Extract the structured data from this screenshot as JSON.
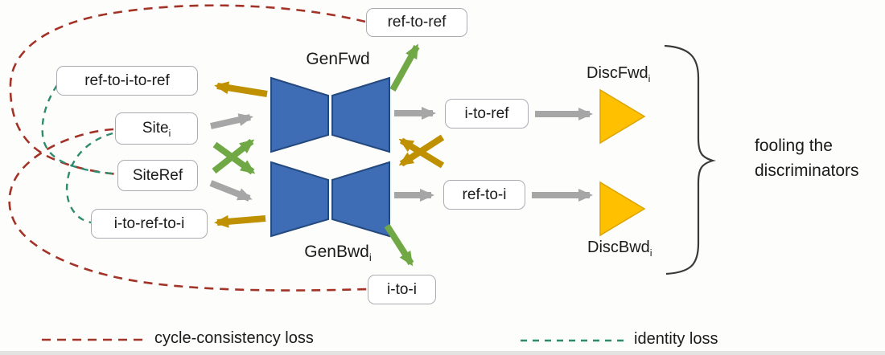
{
  "diagram": {
    "nodes": {
      "ref_to_ref": {
        "label": "ref-to-ref"
      },
      "ref_to_i_to_ref": {
        "label": "ref-to-i-to-ref"
      },
      "site_i": {
        "base": "Site",
        "sub": "i"
      },
      "site_ref": {
        "label": "SiteRef"
      },
      "i_to_ref_to_i": {
        "label": "i-to-ref-to-i"
      },
      "i_to_ref": {
        "label": "i-to-ref"
      },
      "ref_to_i": {
        "label": "ref-to-i"
      },
      "i_to_i": {
        "label": "i-to-i"
      }
    },
    "generators": {
      "fwd": {
        "base": "GenFwd",
        "sub": ""
      },
      "bwd": {
        "base": "GenBwd",
        "sub": "i"
      }
    },
    "discriminators": {
      "fwd": {
        "base": "DiscFwd",
        "sub": "i"
      },
      "bwd": {
        "base": "DiscBwd",
        "sub": "i"
      }
    },
    "brace_annotation": {
      "line1": "fooling the",
      "line2": "discriminators"
    },
    "legend": {
      "cycle": {
        "label": "cycle-consistency loss",
        "color": "#a33327"
      },
      "identity": {
        "label": "identity loss",
        "color": "#2e8b6e"
      }
    },
    "colors": {
      "generator_blue": "#3f6db5",
      "generator_border": "#24497e",
      "discriminator_yellow": "#ffc000",
      "arrow_gray": "#a6a6a6",
      "arrow_green": "#6fa845",
      "arrow_olive": "#bf9000"
    }
  }
}
